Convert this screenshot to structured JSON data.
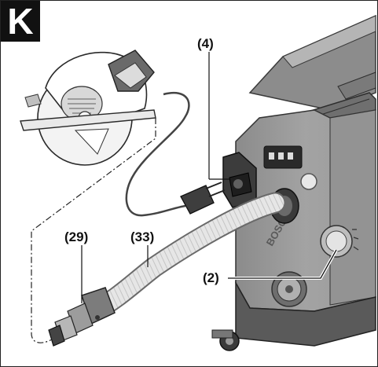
{
  "figure": {
    "panel_letter": "K",
    "callouts": {
      "socket": "(4)",
      "adapter": "(29)",
      "hose": "(33)",
      "switch": "(2)"
    },
    "brand_text": "BOSCH"
  }
}
